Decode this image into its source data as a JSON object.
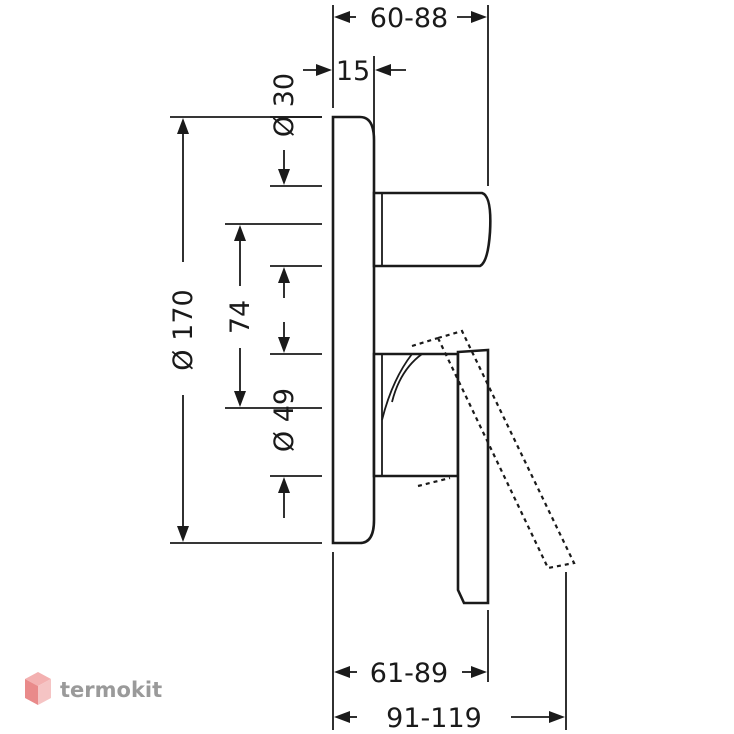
{
  "dimensions": {
    "top_depth": "60-88",
    "trim_depth": "15",
    "diameter_small": "Ø 30",
    "diameter_plate": "Ø 170",
    "spacing": "74",
    "diameter_handle": "Ø 49",
    "bottom_depth": "61-89",
    "total_depth": "91-119"
  },
  "watermark": {
    "brand": "termokit",
    "logo_color": "#e87a7a"
  }
}
